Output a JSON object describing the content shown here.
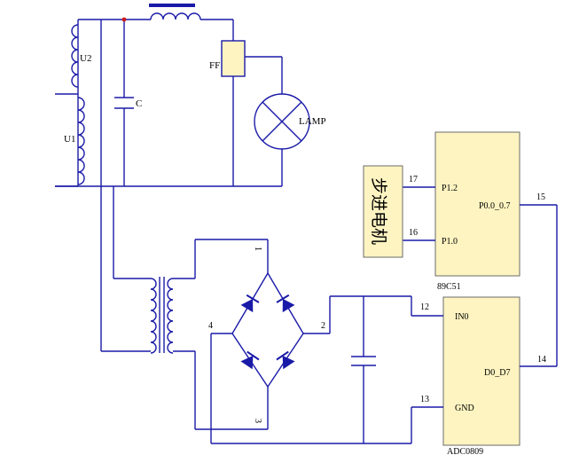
{
  "colors": {
    "wire": "#1a1aa8",
    "block_fill": "#fef4c1",
    "block_stroke": "#6b6b6b",
    "label": "#000000",
    "junction": "#d01818"
  },
  "labels": {
    "u2": "U2",
    "u1": "U1",
    "c": "C",
    "ff": "FF",
    "lamp": "LAMP",
    "bridge_1": "1",
    "bridge_2": "2",
    "bridge_3": "3",
    "bridge_4": "4"
  },
  "mcu": {
    "name": "89C51",
    "pin_p12": "P1.2",
    "pin_p10": "P1.0",
    "pin_p00": "P0.0_0.7",
    "num_p12": "17",
    "num_p10": "16",
    "num_p00": "15"
  },
  "adc": {
    "name": "ADC0809",
    "pin_in0": "IN0",
    "pin_gnd": "GND",
    "pin_d0": "D0_D7",
    "num_in0": "12",
    "num_gnd": "13",
    "num_d0": "14"
  },
  "motor": {
    "label": "步进电机"
  }
}
